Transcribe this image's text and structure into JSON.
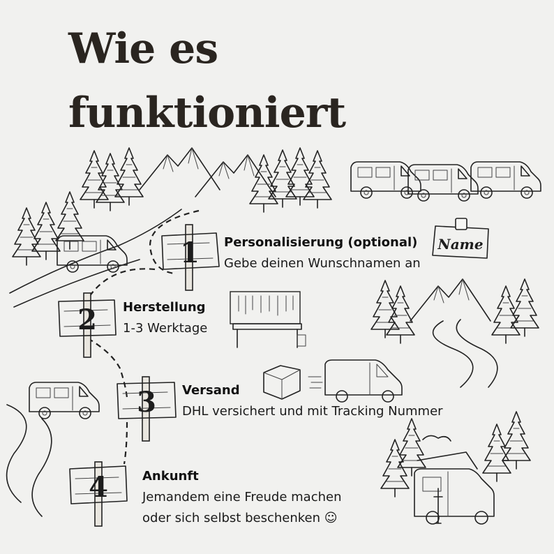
{
  "title": {
    "line1": "Wie es",
    "line2": "funktioniert"
  },
  "name_tag": "Name",
  "steps": [
    {
      "number": "1",
      "title": "Personalisierung (optional)",
      "description": "Gebe deinen Wunschnamen an"
    },
    {
      "number": "2",
      "title": "Herstellung",
      "description": "1-3 Werktage"
    },
    {
      "number": "3",
      "title": "Versand",
      "description": "DHL versichert und mit Tracking Nummer"
    },
    {
      "number": "4",
      "title": "Ankunft",
      "description": "Jemandem eine Freude machen",
      "description2": "oder sich selbst beschenken ☺"
    }
  ]
}
